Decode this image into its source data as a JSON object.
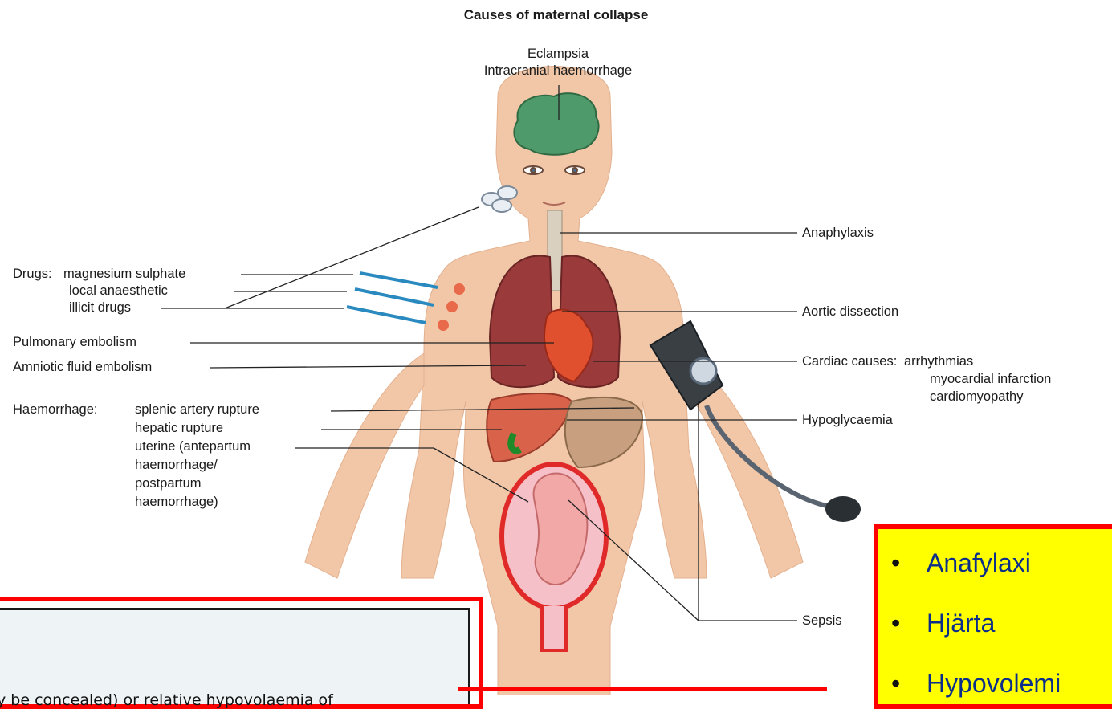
{
  "title": "Causes of maternal collapse",
  "head_labels": [
    "Eclampsia",
    "Intracranial haemorrhage"
  ],
  "left_labels": {
    "drugs_prefix": "Drugs:",
    "drugs": [
      "magnesium sulphate",
      "local anaesthetic",
      "illicit drugs"
    ],
    "pulmonary_embolism": "Pulmonary embolism",
    "amniotic_fluid_embolism": "Amniotic fluid embolism",
    "haemorrhage_prefix": "Haemorrhage:",
    "haemorrhage": [
      "splenic artery rupture",
      "hepatic rupture",
      "uterine (antepartum",
      "haemorrhage/",
      "postpartum",
      "haemorrhage)"
    ]
  },
  "right_labels": {
    "anaphylaxis": "Anaphylaxis",
    "aortic_dissection": "Aortic dissection",
    "cardiac_prefix": "Cardiac causes:",
    "cardiac": [
      "arrhythmias",
      "myocardial infarction",
      "cardiomyopathy"
    ],
    "hypoglycaemia": "Hypoglycaemia",
    "sepsis": "Sepsis"
  },
  "overlay_left_text": "y be concealed) or relative hypovolaemia of",
  "overlay_right_bullets": [
    "Anafylaxi",
    "Hjärta",
    "Hypovolemi"
  ],
  "colors": {
    "highlight_border": "#ff0000",
    "highlight_fill": "#ffff00",
    "bullet_text": "#0b2e8a",
    "skin": "#f2c7a8",
    "lung": "#9b3a3a",
    "heart": "#e0502f",
    "liver": "#d9634a",
    "brain": "#4f9a6a",
    "uterus": "#e02a2a"
  }
}
